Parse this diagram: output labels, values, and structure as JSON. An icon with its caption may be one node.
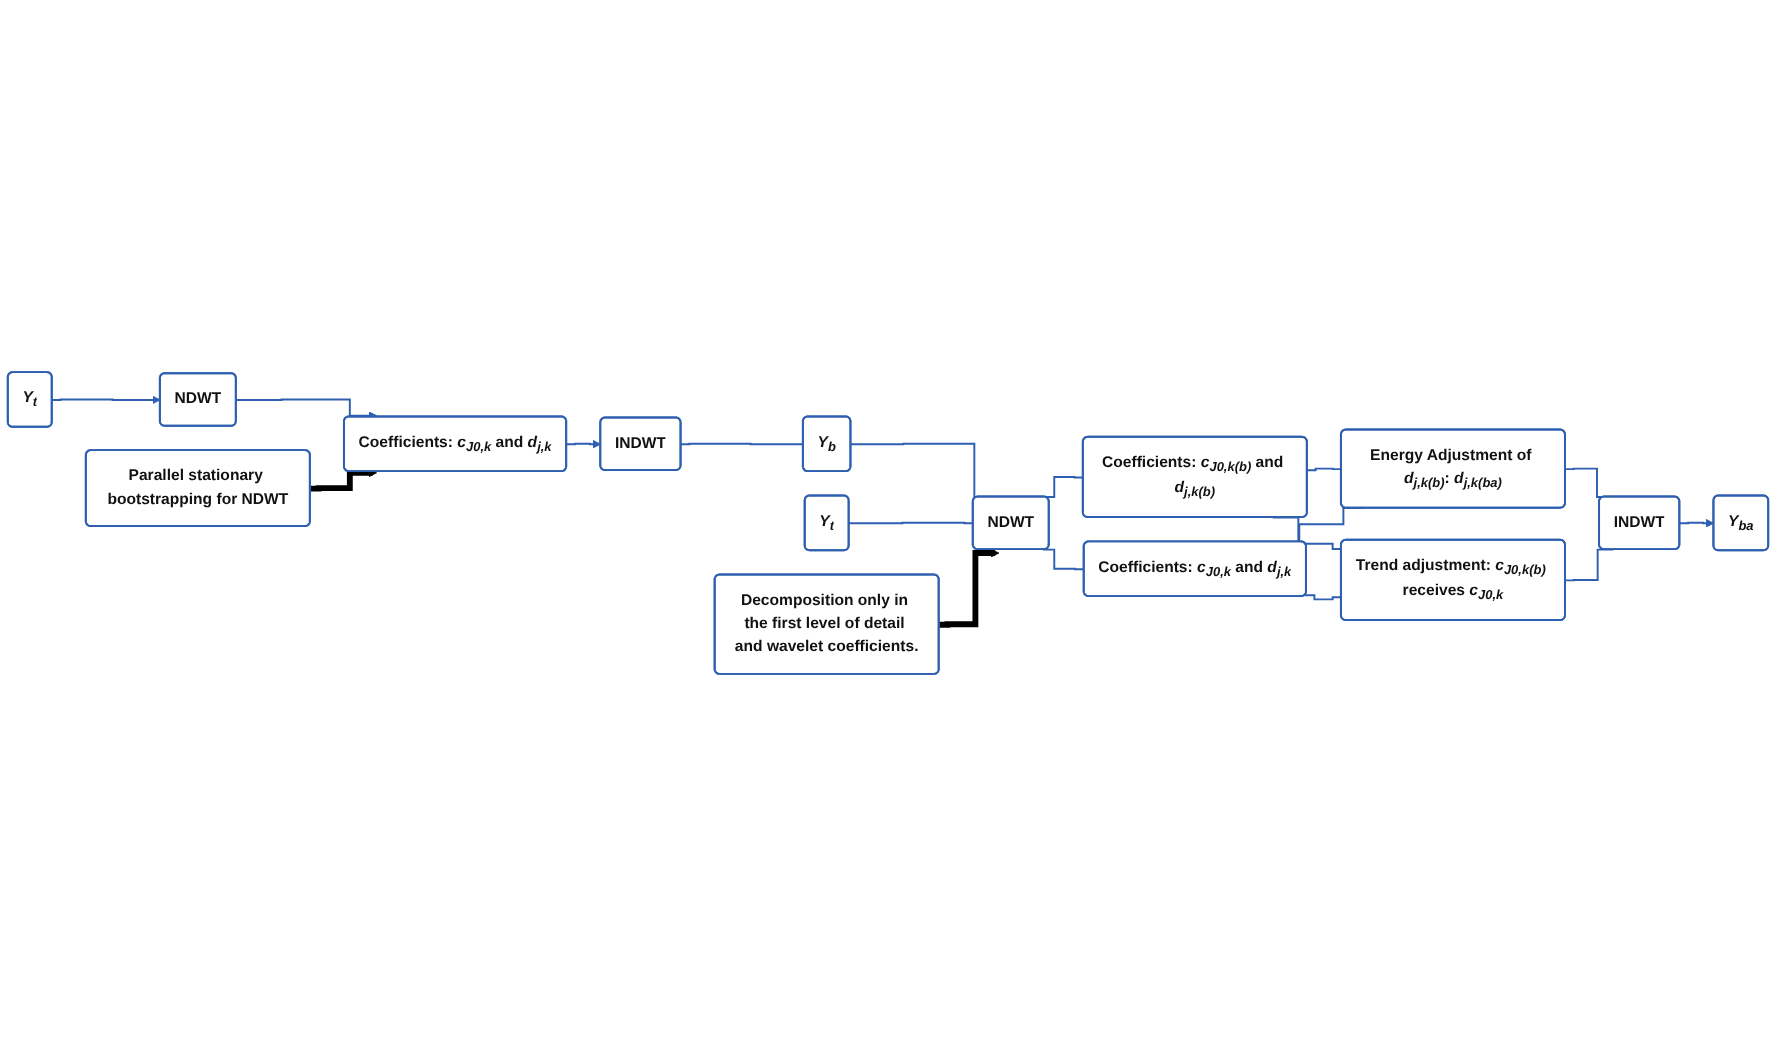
{
  "diagram": {
    "nodes": [
      {
        "text": [
          "*Y*$_{t}$"
        ]
      },
      {
        "text": [
          "NDWT"
        ]
      },
      {
        "text": [
          "Parallel stationary bootstrapping for NDWT"
        ]
      },
      {
        "text": [
          "Coefficients: *c*$_{J0,k}$ and *d*$_{j,k}$"
        ]
      },
      {
        "text": [
          "INDWT"
        ]
      },
      {
        "text": [
          "Decomposition only in the first level of detail and wavelet coefficients."
        ]
      },
      {
        "text": [
          "*Y*$_{b}$"
        ]
      },
      {
        "text": [
          "*Y*$_{t}$"
        ]
      },
      {
        "text": [
          "NDWT"
        ]
      },
      {
        "text": [
          "Coefficients: *c*$_{J0,k(b)}$ and *d*$_{j,k(b)}$"
        ]
      },
      {
        "text": [
          "Coefficients: *c*$_{J0,k}$ and *d*$_{j,k}$"
        ]
      },
      {
        "text": [
          "Energy Adjustment of *d*$_{j,k(b)}$: *d*$_{j,k(ba)}$"
        ]
      },
      {
        "text": [
          "Trend adjustment: *c*$_{J0,k(b)}$ receives *c*$_{J0,k}$"
        ]
      },
      {
        "text": [
          "INDWT"
        ]
      },
      {
        "text": [
          "*Y*$_{ba}$"
        ]
      }
    ],
    "edges": [
      {
        "from": 0,
        "to": 1,
        "arrow": "to"
      },
      {
        "from": 1,
        "to": 3,
        "arrow": "to"
      },
      {
        "from": 2,
        "to": 3,
        "arrow": "to",
        "style": "thick",
        "color": "#000000"
      },
      {
        "from": 3,
        "to": 4,
        "arrow": "to"
      },
      {
        "from": 4,
        "to": 6,
        "arrow": "none"
      },
      {
        "from": 6,
        "to": 8,
        "arrow": "none"
      },
      {
        "from": 7,
        "to": 8,
        "arrow": "none"
      },
      {
        "from": 5,
        "to": 8,
        "arrow": "to",
        "style": "thick",
        "color": "#000000"
      },
      {
        "from": 8,
        "to": 9,
        "arrow": "none"
      },
      {
        "from": 8,
        "to": 10,
        "arrow": "none"
      },
      {
        "from": 9,
        "to": 11,
        "arrow": "none"
      },
      {
        "from": 9,
        "to": 12,
        "arrow": "none"
      },
      {
        "from": 10,
        "to": 11,
        "arrow": "none"
      },
      {
        "from": 10,
        "to": 12,
        "arrow": "none"
      },
      {
        "from": 11,
        "to": 13,
        "arrow": "none"
      },
      {
        "from": 12,
        "to": 13,
        "arrow": "none"
      },
      {
        "from": 13,
        "to": 14,
        "arrow": "to"
      }
    ]
  }
}
